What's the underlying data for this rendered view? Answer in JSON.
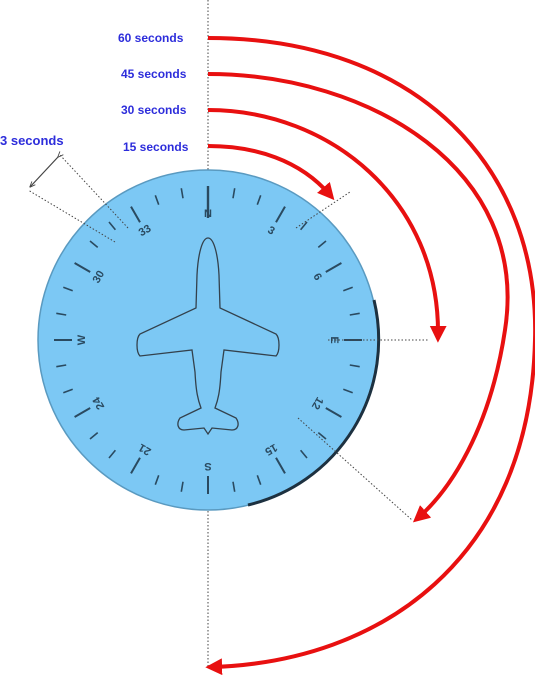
{
  "time_labels": {
    "t60": "60 seconds",
    "t45": "45 seconds",
    "t30": "30 seconds",
    "t15": "15 seconds",
    "t3": "3 seconds"
  },
  "dial": {
    "north": "N",
    "east": "E",
    "south": "S",
    "west": "W",
    "nums": {
      "n3": "3",
      "n6": "6",
      "n12": "12",
      "n15": "15",
      "n21": "21",
      "n24": "24",
      "n30": "30",
      "n33": "33"
    }
  },
  "colors": {
    "dial_fill": "#7cc8f4",
    "arrow": "#e81010",
    "label_text": "#2d2ddb",
    "tick": "#2a4a60"
  },
  "icons": {
    "aircraft": "airplane-silhouette"
  }
}
